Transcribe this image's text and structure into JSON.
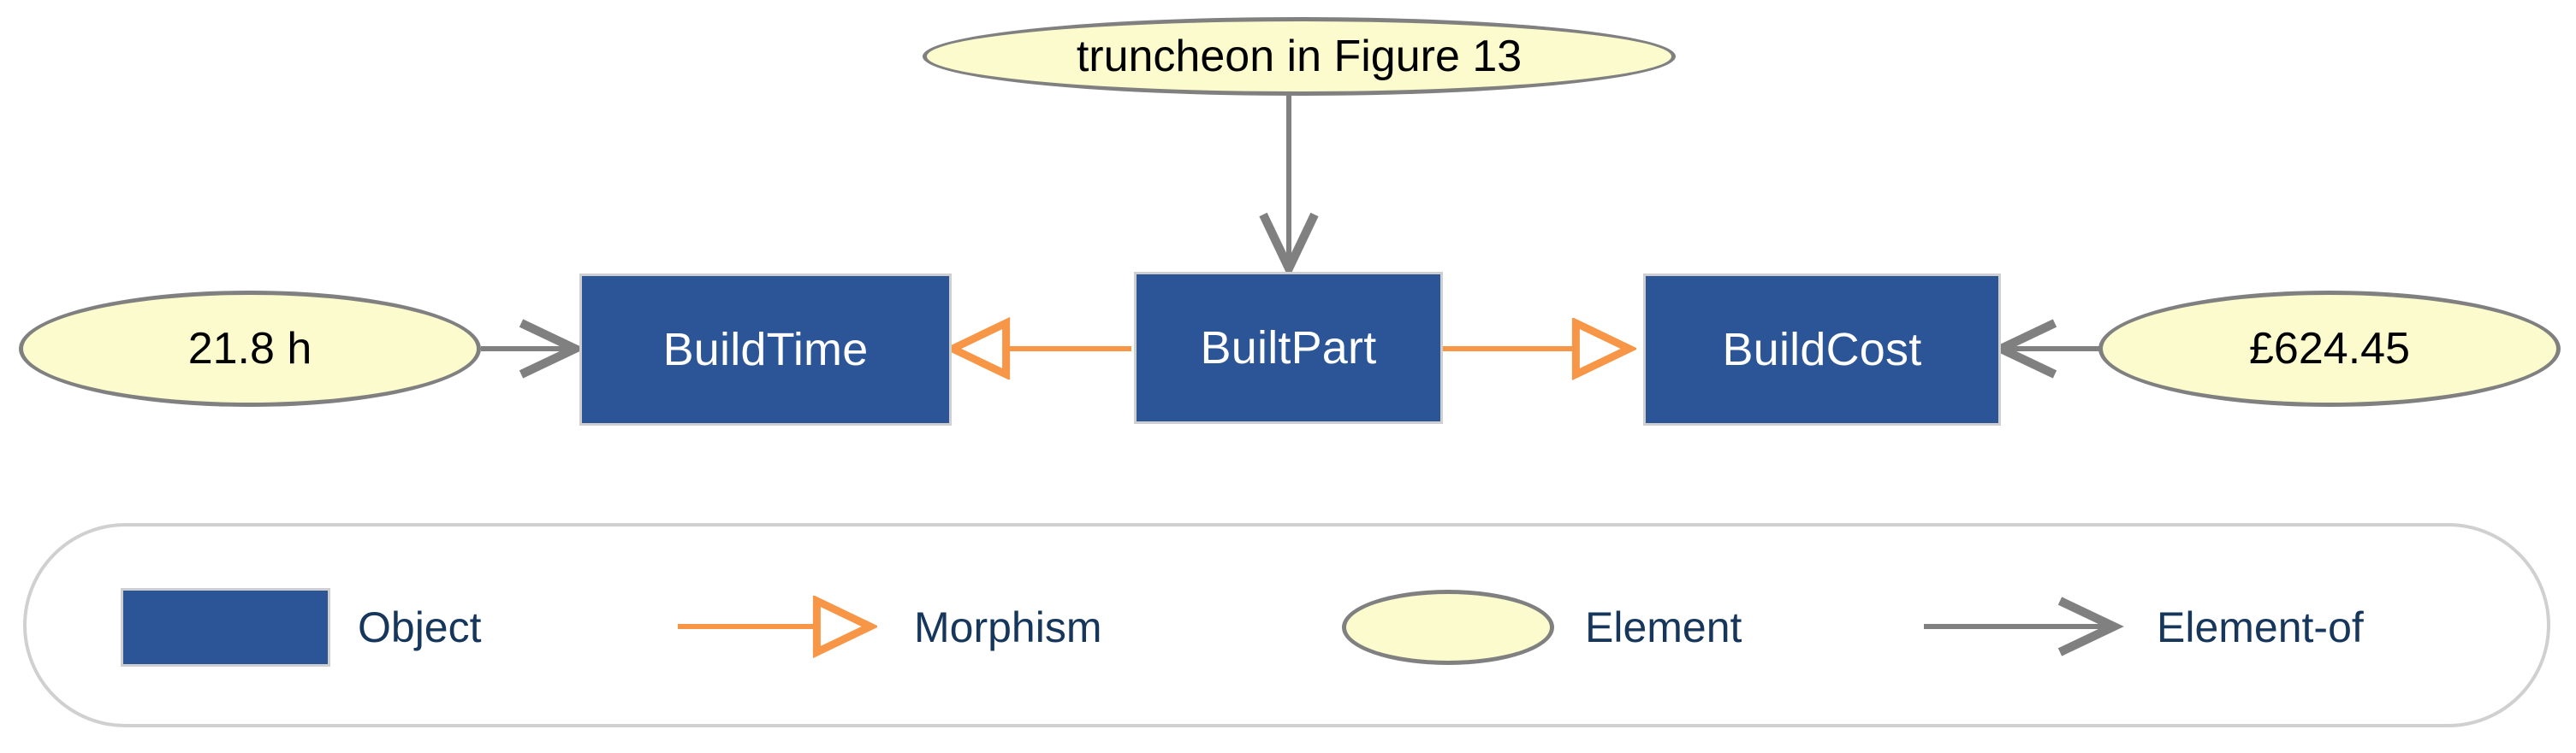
{
  "diagram": {
    "type": "category-theory-object-diagram",
    "colors": {
      "object_fill": "#2b5597",
      "object_border": "#cfcfcf",
      "object_text": "#ffffff",
      "element_fill": "#fbfbcd",
      "element_border": "#808080",
      "element_text": "#000000",
      "morphism_arrow": "#f79646",
      "element_of_arrow": "#808080",
      "legend_text": "#16365c",
      "legend_border": "#d0d0d0",
      "background": "#ffffff"
    },
    "objects": [
      {
        "id": "buildtime",
        "label": "BuildTime"
      },
      {
        "id": "builtpart",
        "label": "BuiltPart"
      },
      {
        "id": "buildcost",
        "label": "BuildCost"
      }
    ],
    "elements": [
      {
        "id": "truncheon",
        "label": "truncheon in Figure 13"
      },
      {
        "id": "buildtime-value",
        "label": "21.8 h"
      },
      {
        "id": "buildcost-value",
        "label": "£624.45"
      }
    ],
    "edges": [
      {
        "id": "edge-truncheon-builtpart",
        "kind": "element-of",
        "from": "truncheon",
        "to": "builtpart",
        "direction": "down"
      },
      {
        "id": "edge-21-8h-buildtime",
        "kind": "element-of",
        "from": "buildtime-value",
        "to": "buildtime",
        "direction": "right"
      },
      {
        "id": "edge-builtpart-buildtime",
        "kind": "morphism",
        "from": "builtpart",
        "to": "buildtime",
        "direction": "left"
      },
      {
        "id": "edge-builtpart-buildcost",
        "kind": "morphism",
        "from": "builtpart",
        "to": "buildcost",
        "direction": "right"
      },
      {
        "id": "edge-62445-buildcost",
        "kind": "element-of",
        "from": "buildcost-value",
        "to": "buildcost",
        "direction": "left"
      }
    ]
  },
  "legend": {
    "items": [
      {
        "id": "object",
        "label": "Object",
        "swatch": "blue-rectangle"
      },
      {
        "id": "morphism",
        "label": "Morphism",
        "swatch": "orange-hollow-arrow"
      },
      {
        "id": "element",
        "label": "Element",
        "swatch": "yellow-ellipse"
      },
      {
        "id": "element-of",
        "label": "Element-of",
        "swatch": "gray-open-arrow"
      }
    ]
  }
}
